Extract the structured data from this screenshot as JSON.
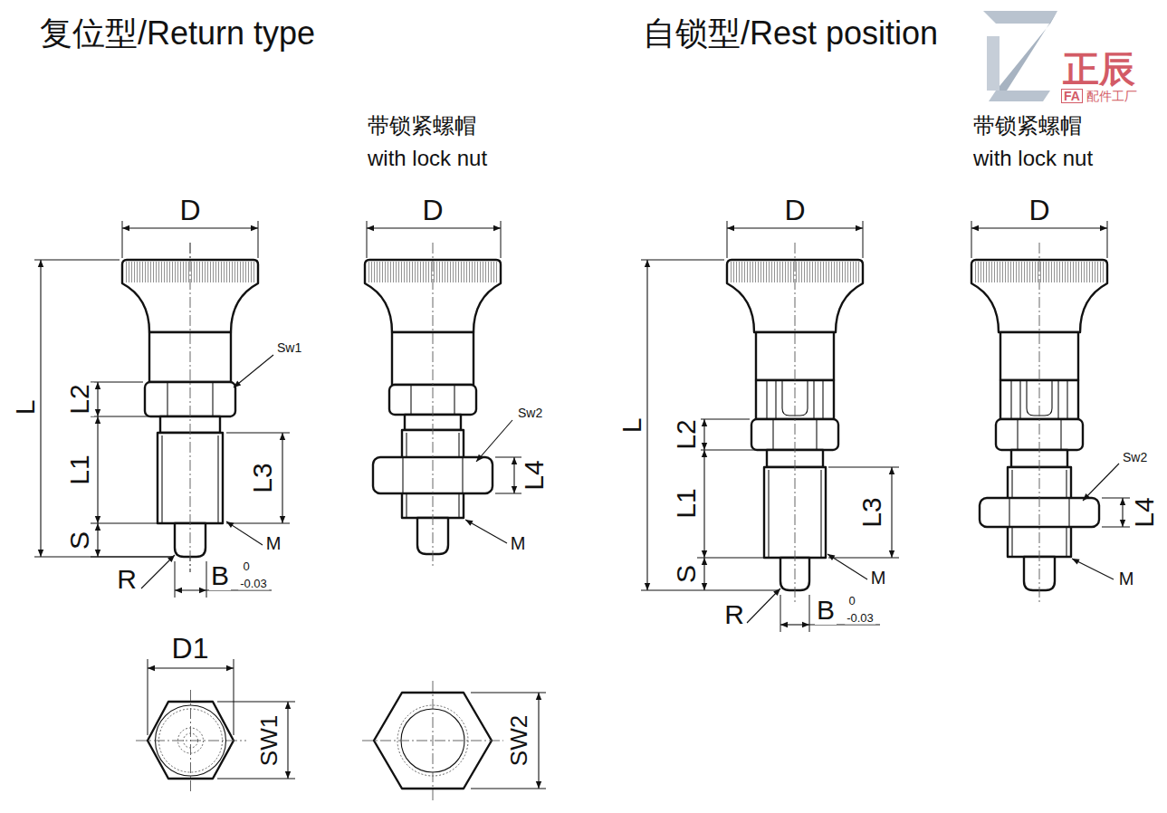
{
  "diagram": {
    "labels": [
      "复位型/Return type",
      "自锁型/Rest position",
      "正辰",
      "FA",
      "配件工厂",
      "带锁紧螺帽",
      "with lock nut",
      "带锁紧螺帽",
      "with lock nut",
      "D",
      "D",
      "D",
      "D",
      "L",
      "L2",
      "L1",
      "S",
      "L3",
      "Sw1",
      "R",
      "B",
      "0",
      "-0.03",
      "M",
      "Sw2",
      "L4",
      "M",
      "D1",
      "SW1",
      "SW2",
      "L",
      "L2",
      "L1",
      "S",
      "L3",
      "R",
      "B",
      "0",
      "-0.03",
      "M",
      "Sw2",
      "L4",
      "M"
    ]
  }
}
